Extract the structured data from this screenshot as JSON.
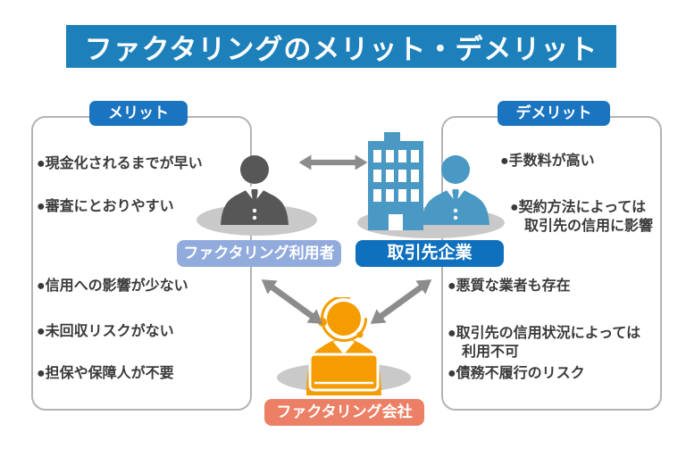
{
  "title": "ファクタリングのメリット・デメリット",
  "merit": {
    "label": "メリット",
    "items": [
      "●現金化されるまでが早い",
      "●審査にとおりやすい",
      "●信用への影響が少ない",
      "●未回収リスクがない",
      "●担保や保障人が不要"
    ]
  },
  "demerit": {
    "label": "デメリット",
    "items": [
      "●手数料が高い",
      "●契約方法によっては\n取引先の信用に影響",
      "●悪質な業者も存在",
      "●取引先の信用状況によっては\n利用不可",
      "●債務不履行のリスク"
    ]
  },
  "actors": {
    "user": "ファクタリング利用者",
    "client": "取引先企業",
    "company": "ファクタリング会社"
  },
  "colors": {
    "banner_blue": "#1e80ba",
    "tag_blue": "#1a74c0",
    "user_badge_blue": "#92abdd",
    "client_badge_blue": "#0f70bd",
    "company_badge_salmon": "#ec8066",
    "person_gray": "#575757",
    "person_blue": "#4a99c4",
    "operator_orange": "#f59c00",
    "arrow_gray": "#8c8c8c",
    "box_border_gray": "#b3b3b3",
    "text_dark": "#3a3a3a"
  }
}
